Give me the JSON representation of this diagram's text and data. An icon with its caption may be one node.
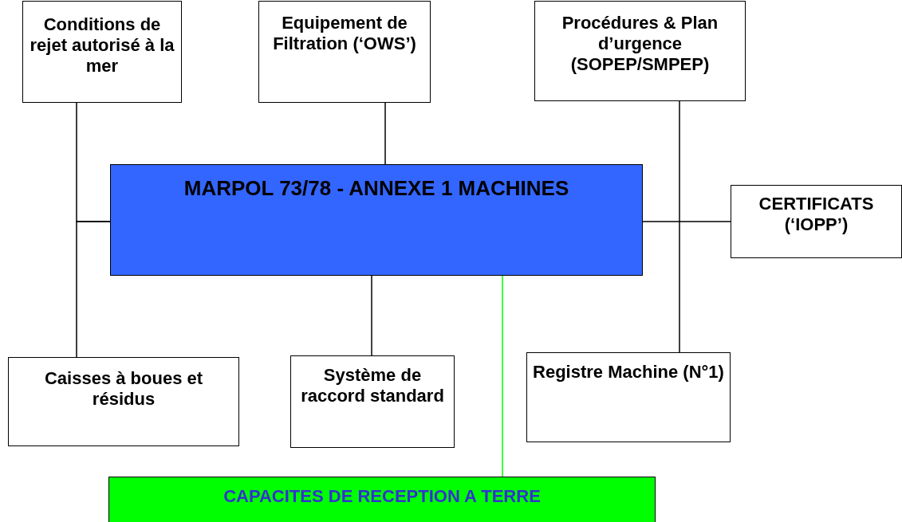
{
  "diagram": {
    "nodes": [
      {
        "text": [
          "Conditions de rejet autorisé à la mer"
        ]
      },
      {
        "text": [
          "Equipement de Filtration (‘OWS’)"
        ]
      },
      {
        "text": [
          "Procédures & Plan d’urgence (SOPEP/SMPEP)"
        ]
      },
      {
        "text": [
          "MARPOL 73/78 - ANNEXE 1 MACHINES"
        ]
      },
      {
        "text": [
          "CERTIFICATS (‘IOPP’)"
        ]
      },
      {
        "text": [
          "Caisses à boues et résidus"
        ]
      },
      {
        "text": [
          "Système de raccord standard"
        ]
      },
      {
        "text": [
          "Registre Machine (N°1)"
        ]
      },
      {
        "text": [
          "CAPACITES DE RECEPTION A TERRE"
        ]
      }
    ],
    "edges": [
      {
        "from": 0,
        "to": 3,
        "arrow": "none"
      },
      {
        "from": 5,
        "to": 3,
        "arrow": "none"
      },
      {
        "from": 1,
        "to": 3,
        "arrow": "none"
      },
      {
        "from": 2,
        "to": 7,
        "arrow": "none"
      },
      {
        "from": 3,
        "to": 4,
        "arrow": "none"
      },
      {
        "from": 3,
        "to": 6,
        "arrow": "none"
      },
      {
        "from": 3,
        "to": 8,
        "arrow": "none",
        "color": "#00ff00"
      }
    ]
  }
}
